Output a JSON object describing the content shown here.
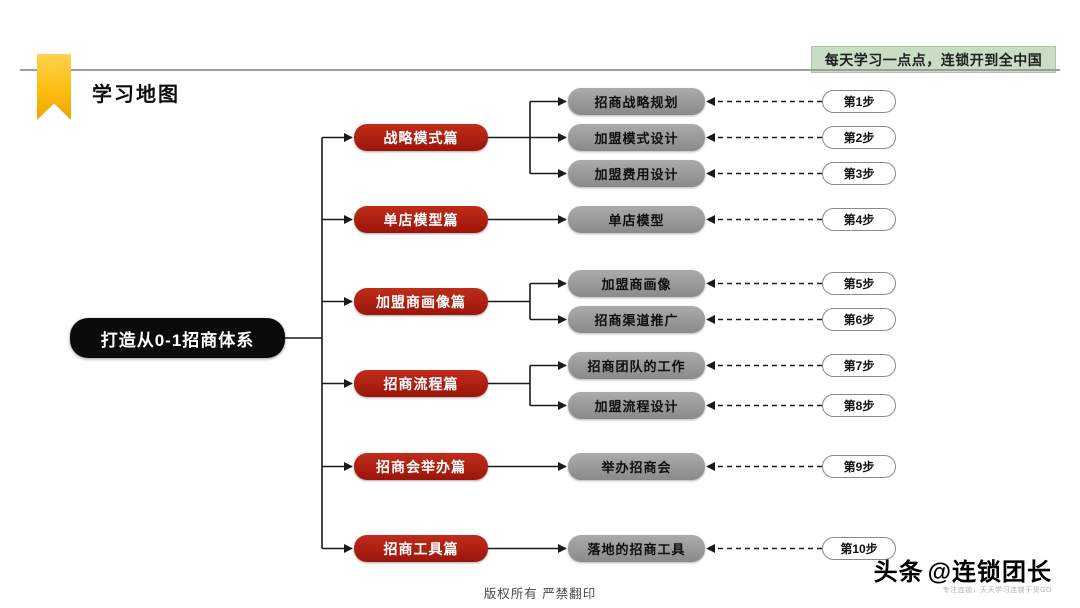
{
  "banner": {
    "text": "每天学习一点点，连锁开到全中国"
  },
  "header": {
    "title": "学习地图"
  },
  "root": {
    "label": "打造从0-1招商体系"
  },
  "branches": [
    {
      "label": "战略模式篇",
      "children": [
        {
          "label": "招商战略规划",
          "step": "第1步"
        },
        {
          "label": "加盟模式设计",
          "step": "第2步"
        },
        {
          "label": "加盟费用设计",
          "step": "第3步"
        }
      ]
    },
    {
      "label": "单店模型篇",
      "children": [
        {
          "label": "单店模型",
          "step": "第4步"
        }
      ]
    },
    {
      "label": "加盟商画像篇",
      "children": [
        {
          "label": "加盟商画像",
          "step": "第5步"
        },
        {
          "label": "招商渠道推广",
          "step": "第6步"
        }
      ]
    },
    {
      "label": "招商流程篇",
      "children": [
        {
          "label": "招商团队的工作",
          "step": "第7步"
        },
        {
          "label": "加盟流程设计",
          "step": "第8步"
        }
      ]
    },
    {
      "label": "招商会举办篇",
      "children": [
        {
          "label": "举办招商会",
          "step": "第9步"
        }
      ]
    },
    {
      "label": "招商工具篇",
      "children": [
        {
          "label": "落地的招商工具",
          "step": "第10步"
        }
      ]
    }
  ],
  "footer": {
    "copyright": "版权所有  严禁翻印",
    "logo": "头条",
    "account": "@连锁团长",
    "tagline": "专注连锁，天天学习连锁干货GO"
  },
  "colors": {
    "branch_red": "#a81d11",
    "topic_gray": "#969696",
    "banner_green": "#c8ddc4",
    "bookmark_yellow": "#ffc000",
    "line_black": "#1a1a1a"
  }
}
